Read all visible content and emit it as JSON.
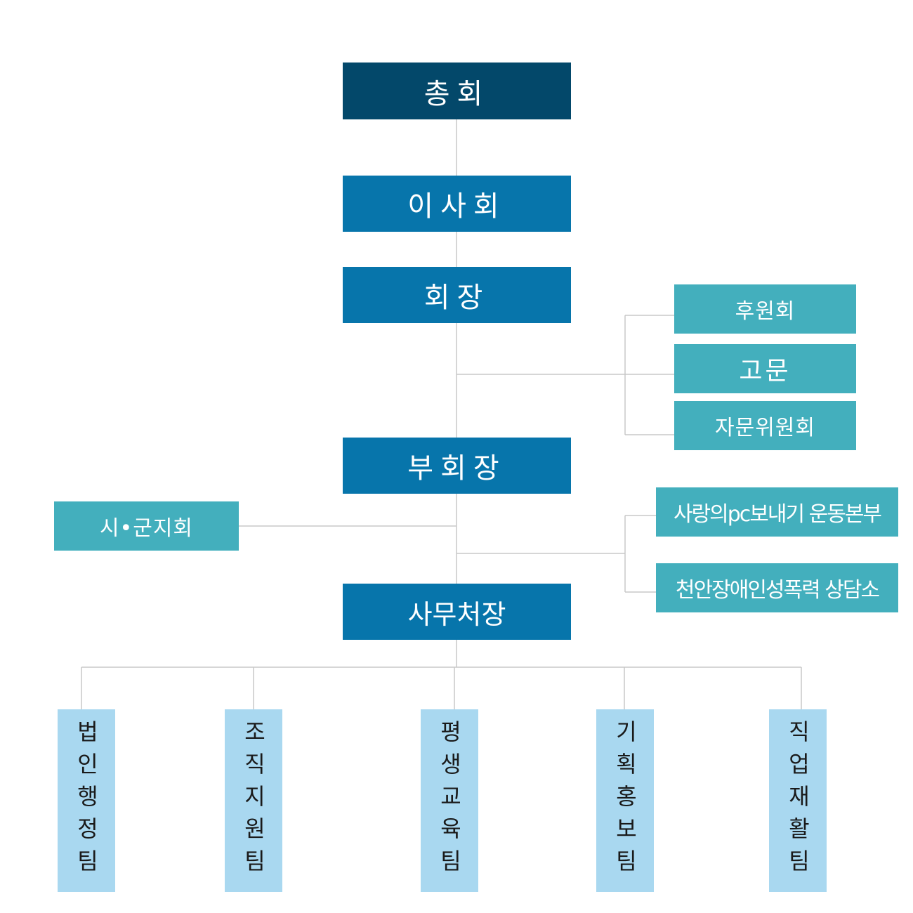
{
  "nodes": {
    "general_assembly": "총회",
    "board": "이사회",
    "chairman": "회장",
    "supporters": "후원회",
    "advisor": "고문",
    "advisory_committee": "자문위원회",
    "vice_chairman": "부회장",
    "city_branches": "시•군지회",
    "pc_campaign": "사랑의pc보내기 운동본부",
    "counseling_center": "천안장애인성폭력 상담소",
    "secretary_general": "사무처장"
  },
  "teams": [
    "법인행정팀",
    "조직지원팀",
    "평생교육팀",
    "기획홍보팀",
    "직업재활팀"
  ],
  "colors": {
    "top": "#03486a",
    "main": "#0775ab",
    "side": "#43afbd",
    "team": "#a9d8f0",
    "line": "#c8c8c8"
  }
}
